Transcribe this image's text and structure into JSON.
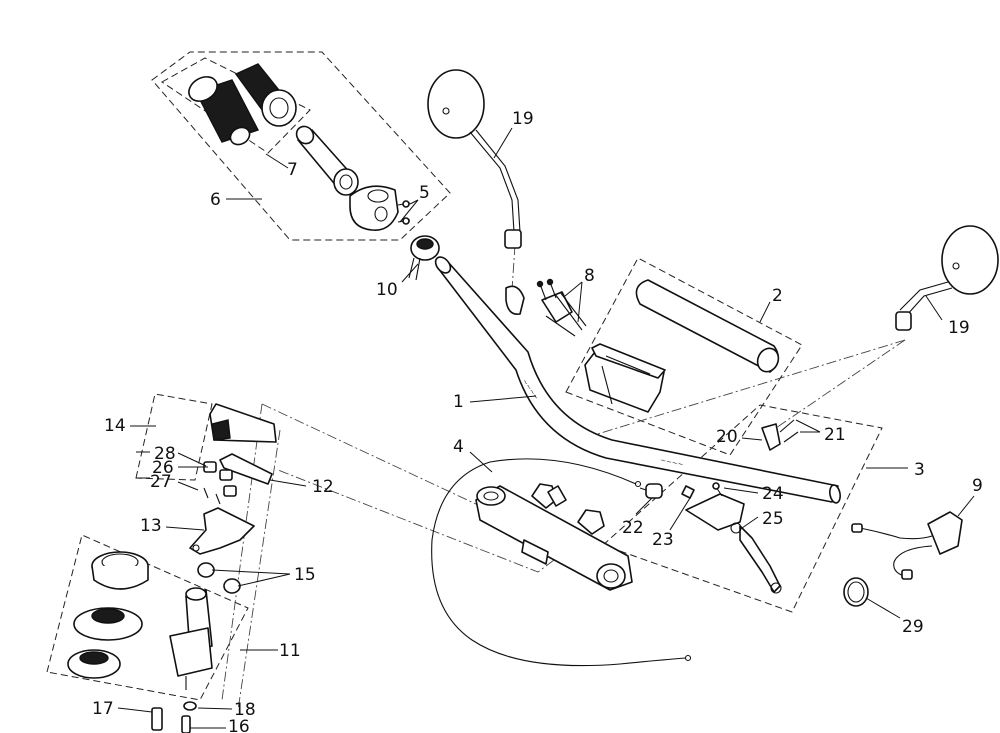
{
  "callouts": [
    {
      "id": "c1",
      "text": "1"
    },
    {
      "id": "c2",
      "text": "2"
    },
    {
      "id": "c3",
      "text": "3"
    },
    {
      "id": "c4",
      "text": "4"
    },
    {
      "id": "c5",
      "text": "5"
    },
    {
      "id": "c6",
      "text": "6"
    },
    {
      "id": "c7",
      "text": "7"
    },
    {
      "id": "c8",
      "text": "8"
    },
    {
      "id": "c9",
      "text": "9"
    },
    {
      "id": "c10",
      "text": "10"
    },
    {
      "id": "c11",
      "text": "11"
    },
    {
      "id": "c12",
      "text": "12"
    },
    {
      "id": "c13",
      "text": "13"
    },
    {
      "id": "c14",
      "text": "14"
    },
    {
      "id": "c15",
      "text": "15"
    },
    {
      "id": "c16",
      "text": "16"
    },
    {
      "id": "c17",
      "text": "17"
    },
    {
      "id": "c18",
      "text": "18"
    },
    {
      "id": "c19a",
      "text": "19"
    },
    {
      "id": "c19b",
      "text": "19"
    },
    {
      "id": "c20",
      "text": "20"
    },
    {
      "id": "c21",
      "text": "21"
    },
    {
      "id": "c22",
      "text": "22"
    },
    {
      "id": "c23",
      "text": "23"
    },
    {
      "id": "c24",
      "text": "24"
    },
    {
      "id": "c25",
      "text": "25"
    },
    {
      "id": "c26",
      "text": "26"
    },
    {
      "id": "c27",
      "text": "27"
    },
    {
      "id": "c28",
      "text": "28"
    },
    {
      "id": "c29",
      "text": "29"
    }
  ]
}
